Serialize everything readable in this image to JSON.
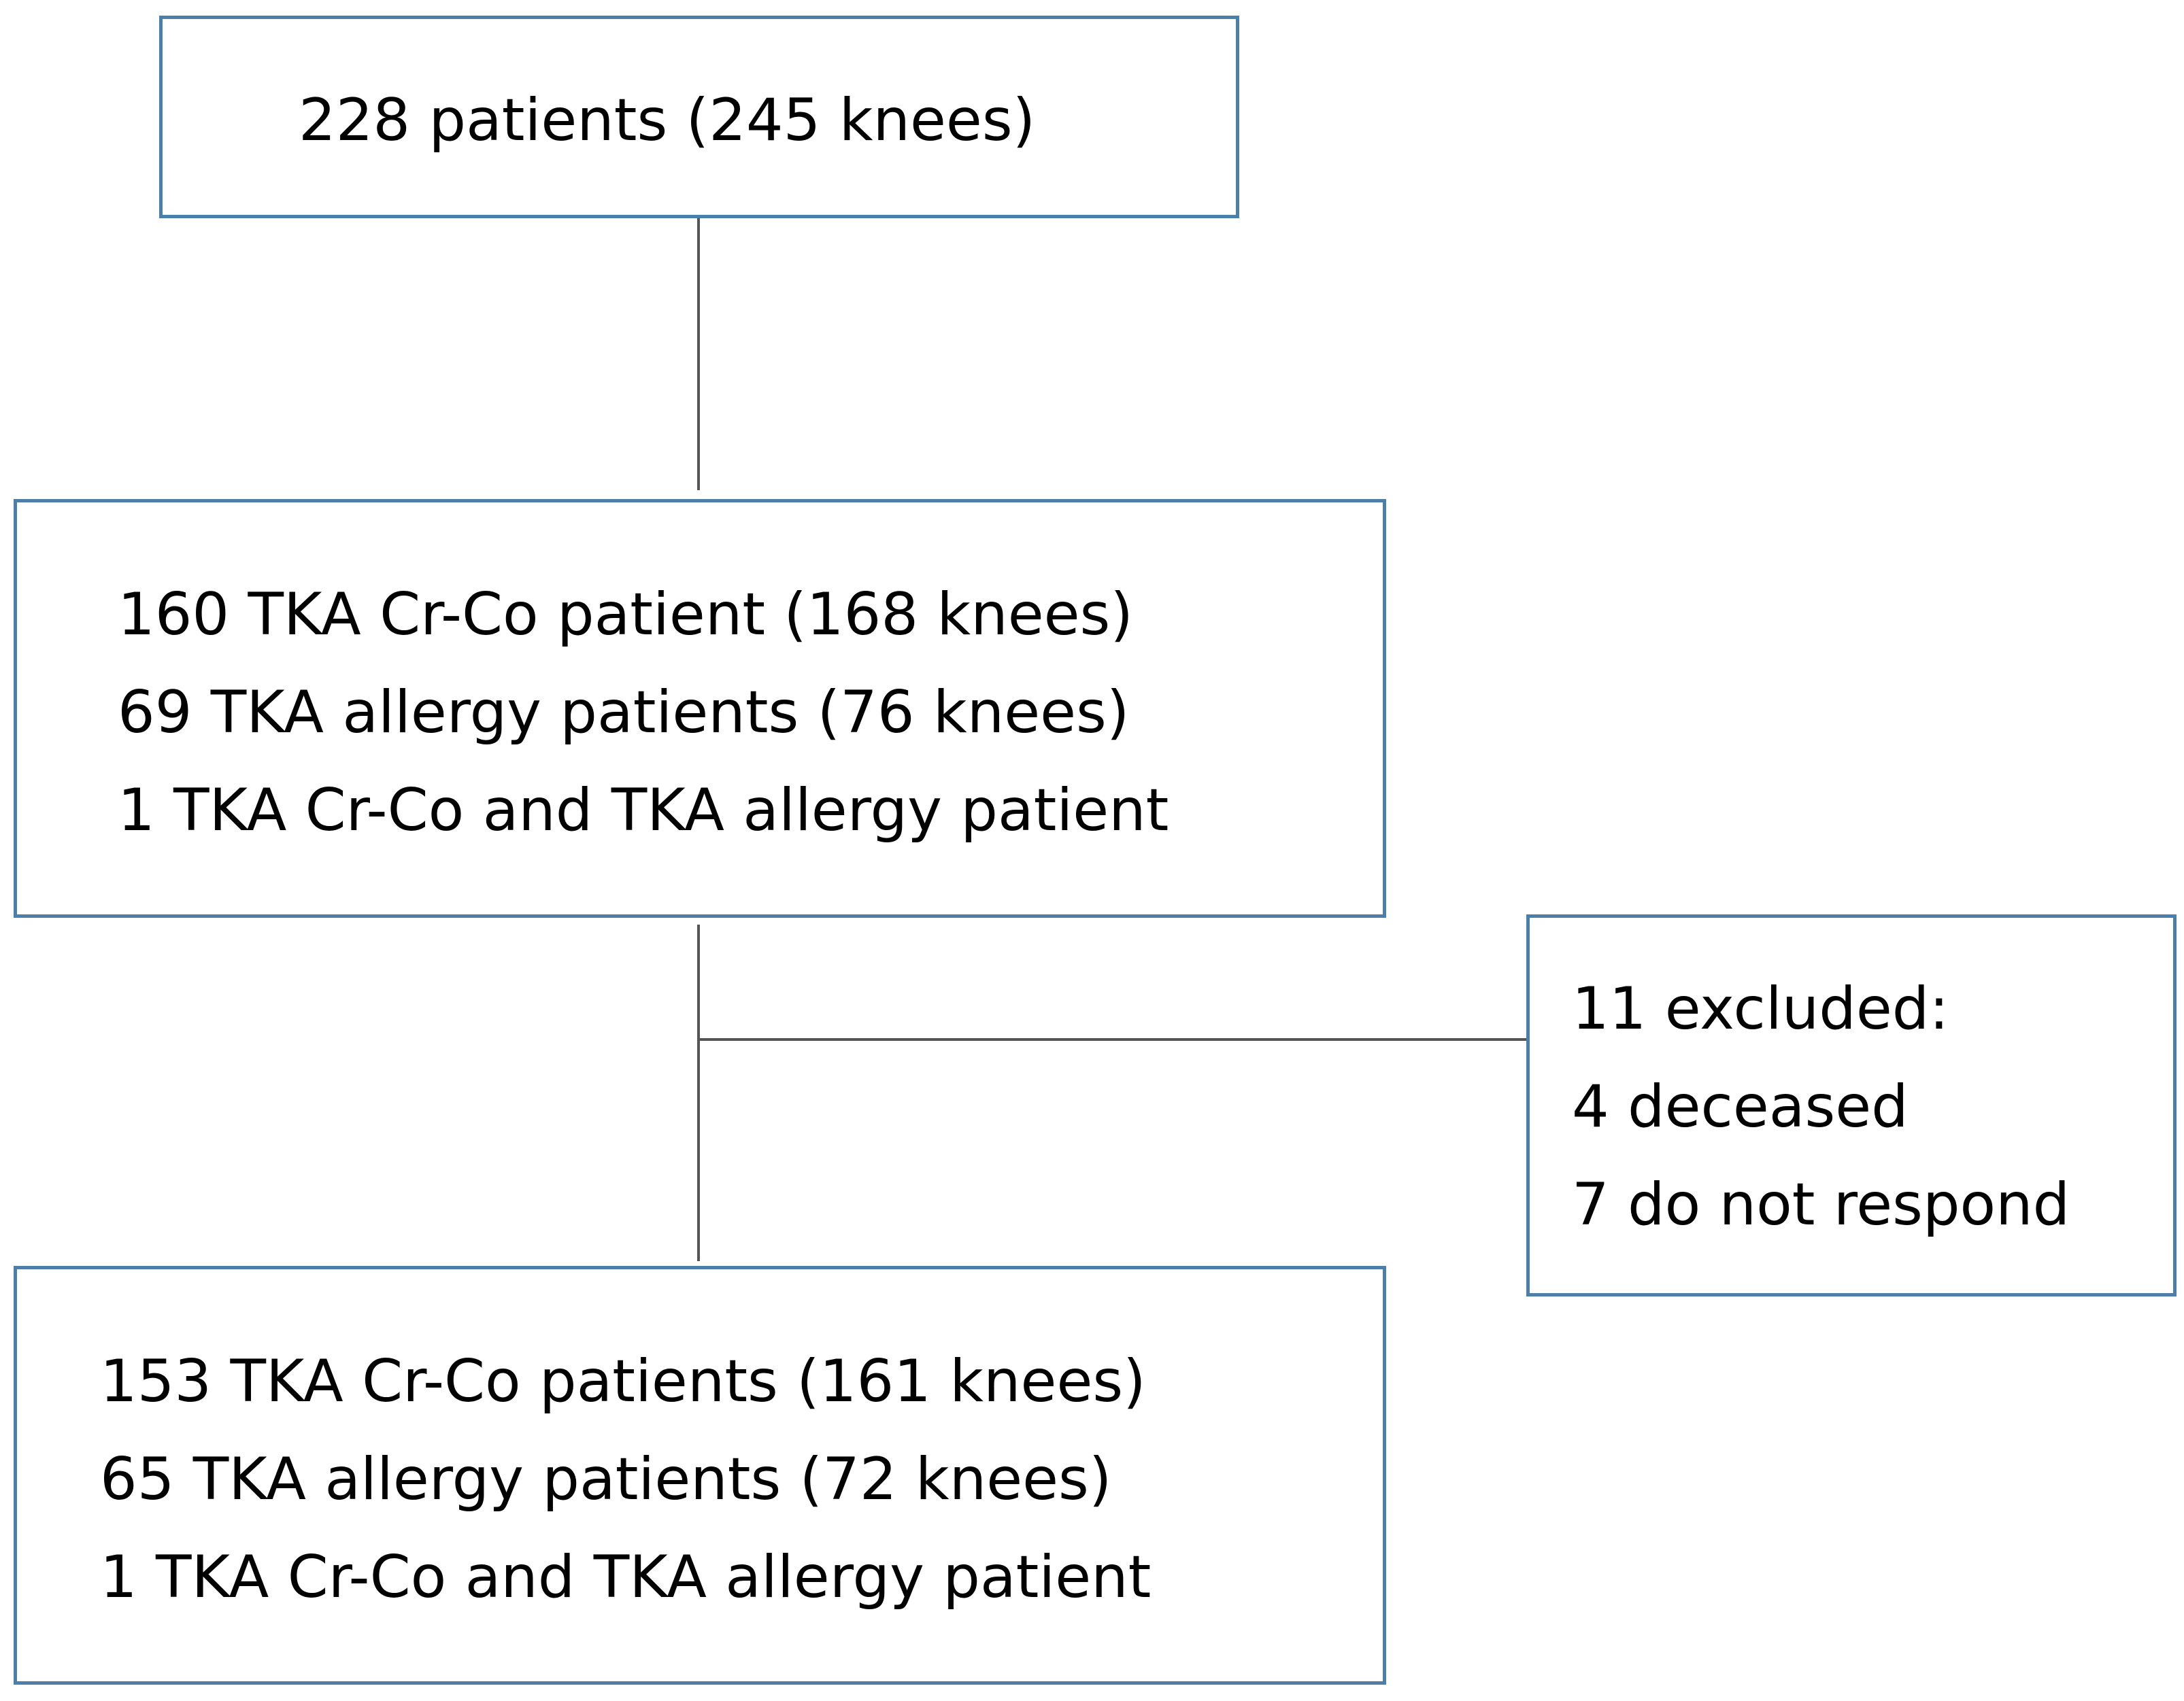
{
  "flowchart": {
    "total_box": {
      "lines": [
        "228 patients (245 knees)"
      ]
    },
    "initial_box": {
      "lines": [
        "160 TKA Cr-Co patient (168 knees)",
        "69 TKA allergy patients (76 knees)",
        "1 TKA Cr-Co and TKA allergy patient"
      ]
    },
    "excluded_box": {
      "lines": [
        "11 excluded:",
        "4 deceased",
        "7 do not respond"
      ]
    },
    "final_box": {
      "lines": [
        "153 TKA Cr-Co patients (161 knees)",
        "65 TKA allergy patients (72 knees)",
        "1 TKA Cr-Co and TKA allergy patient"
      ]
    }
  },
  "colors": {
    "box_border": "#4a7eab",
    "connector": "#555555",
    "text": "#000000",
    "background": "#ffffff"
  }
}
